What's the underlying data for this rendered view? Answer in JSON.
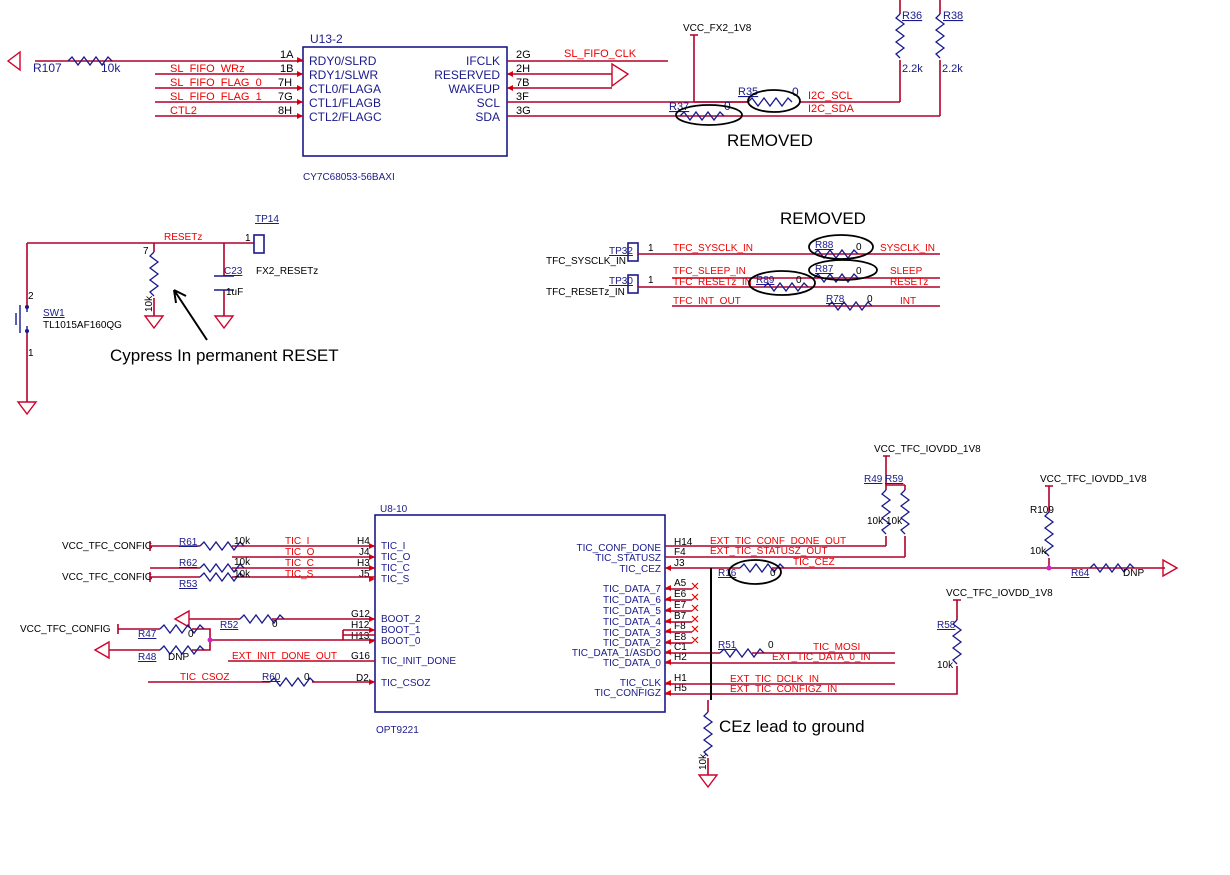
{
  "u13": {
    "ref": "U13-2",
    "part": "CY7C68053-56BAXI",
    "left_pins": [
      {
        "num": "1A",
        "name": "RDY0/SLRD",
        "net": ""
      },
      {
        "num": "1B",
        "name": "RDY1/SLWR",
        "net": "SL_FIFO_WRz"
      },
      {
        "num": "7H",
        "name": "CTL0/FLAGA",
        "net": "SL_FIFO_FLAG_0"
      },
      {
        "num": "7G",
        "name": "CTL1/FLAGB",
        "net": "SL_FIFO_FLAG_1"
      },
      {
        "num": "8H",
        "name": "CTL2/FLAGC",
        "net": "CTL2"
      }
    ],
    "right_pins": [
      {
        "num": "2G",
        "name": "IFCLK",
        "net": "SL_FIFO_CLK"
      },
      {
        "num": "2H",
        "name": "RESERVED",
        "net": ""
      },
      {
        "num": "7B",
        "name": "WAKEUP",
        "net": ""
      },
      {
        "num": "3F",
        "name": "SCL",
        "net": ""
      },
      {
        "num": "3G",
        "name": "SDA",
        "net": ""
      }
    ]
  },
  "top": {
    "r107": {
      "ref": "R107",
      "val": "10k"
    },
    "vcc_fx2": "VCC_FX2_1V8",
    "r36": {
      "ref": "R36",
      "val": "2.2k"
    },
    "r38": {
      "ref": "R38",
      "val": "2.2k"
    },
    "r35": {
      "ref": "R35",
      "val": "0"
    },
    "r37": {
      "ref": "R37",
      "val": "0"
    },
    "i2c_scl": "I2C_SCL",
    "i2c_sda": "I2C_SDA",
    "removed_1": "REMOVED"
  },
  "reset": {
    "tp14": "TP14",
    "tp14_pin": "1",
    "net": "RESETz",
    "fx2_label": "FX2_RESETz",
    "c23": {
      "ref": "C23",
      "val": "1uF"
    },
    "r_pullup": {
      "pin": "7",
      "val": "10k"
    },
    "sw1": {
      "ref": "SW1",
      "part": "TL1015AF160QG",
      "pin_top": "2",
      "pin_bot": "1"
    },
    "annotation": "Cypress In permanent RESET"
  },
  "tfc": {
    "removed_2": "REMOVED",
    "tp32": {
      "ref": "TP32",
      "label": "TFC_SYSCLK_IN",
      "pin": "1"
    },
    "tp30": {
      "ref": "TP30",
      "label": "TFC_RESETz_IN",
      "pin": "1"
    },
    "rows": [
      {
        "left": "TFC_SYSCLK_IN",
        "ref": "R88",
        "val": "0",
        "right": "SYSCLK_IN"
      },
      {
        "left": "TFC_SLEEP_IN",
        "ref": "R87",
        "val": "0",
        "right": "SLEEP"
      },
      {
        "left": "TFC_RESETz_IN",
        "ref": "R89",
        "val": "0",
        "right": "RESETz"
      },
      {
        "left": "TFC_INT_OUT",
        "ref": "R78",
        "val": "0",
        "right": "INT"
      }
    ]
  },
  "u8": {
    "ref": "U8-10",
    "part": "OPT9221",
    "left_pins": [
      {
        "num": "H4",
        "name": "TIC_I",
        "net": "TIC_I"
      },
      {
        "num": "J4",
        "name": "TIC_O",
        "net": "TIC_O"
      },
      {
        "num": "H3",
        "name": "TIC_C",
        "net": "TIC_C"
      },
      {
        "num": "J5",
        "name": "TIC_S",
        "net": "TIC_S"
      },
      {
        "num": "G12",
        "name": "BOOT_2",
        "net": ""
      },
      {
        "num": "H12",
        "name": "BOOT_1",
        "net": ""
      },
      {
        "num": "H13",
        "name": "BOOT_0",
        "net": ""
      },
      {
        "num": "G16",
        "name": "TIC_INIT_DONE",
        "net": "EXT_INIT_DONE_OUT"
      },
      {
        "num": "D2",
        "name": "TIC_CSOZ",
        "net": "TIC_CSOZ"
      }
    ],
    "right_pins": [
      {
        "num": "H14",
        "name": "TIC_CONF_DONE",
        "net": "EXT_TIC_CONF_DONE_OUT"
      },
      {
        "num": "F4",
        "name": "TIC_STATUSZ",
        "net": "EXT_TIC_STATUSZ_OUT"
      },
      {
        "num": "J3",
        "name": "TIC_CEZ",
        "net": "TIC_CEZ"
      },
      {
        "num": "A5",
        "name": "TIC_DATA_7",
        "net": ""
      },
      {
        "num": "E6",
        "name": "TIC_DATA_6",
        "net": ""
      },
      {
        "num": "E7",
        "name": "TIC_DATA_5",
        "net": ""
      },
      {
        "num": "B7",
        "name": "TIC_DATA_4",
        "net": ""
      },
      {
        "num": "F8",
        "name": "TIC_DATA_3",
        "net": ""
      },
      {
        "num": "E8",
        "name": "TIC_DATA_2",
        "net": ""
      },
      {
        "num": "C1",
        "name": "TIC_DATA_1/ASDO",
        "net": "TIC_MOSI"
      },
      {
        "num": "H2",
        "name": "TIC_DATA_0",
        "net": "EXT_TIC_DATA_0_IN"
      },
      {
        "num": "H1",
        "name": "TIC_CLK",
        "net": "EXT_TIC_DCLK_IN"
      },
      {
        "num": "H5",
        "name": "TIC_CONFIGZ",
        "net": "EXT_TIC_CONFIGZ_IN"
      }
    ]
  },
  "bottom": {
    "vcc_cfg": "VCC_TFC_CONFIG",
    "r61": {
      "ref": "R61",
      "val": "10k"
    },
    "r62": {
      "ref": "R62",
      "val": "10k"
    },
    "r53": {
      "ref": "R53",
      "val": "10k"
    },
    "r52": {
      "ref": "R52",
      "val": "0"
    },
    "r47": {
      "ref": "R47",
      "val": "0"
    },
    "r48": {
      "ref": "R48",
      "val": "DNP"
    },
    "r60": {
      "ref": "R60",
      "val": "0"
    },
    "r51": {
      "ref": "R51",
      "val": "0"
    },
    "r16": {
      "ref": "R16",
      "val": "0"
    },
    "r49": {
      "ref": "R49",
      "val": "10k"
    },
    "r59": {
      "ref": "R59",
      "val": "10k"
    },
    "r109": {
      "ref": "R109",
      "val": "10k"
    },
    "r64": {
      "ref": "R64",
      "val": "DNP"
    },
    "r58": {
      "ref": "R58",
      "val": "10k"
    },
    "r_cez": {
      "val": "10k"
    },
    "vcc_io": "VCC_TFC_IOVDD_1V8",
    "annotation": "CEz lead to ground"
  },
  "colors": {
    "net": "#b2002a",
    "symbol": "#1a1a8c",
    "label": "#e00000"
  }
}
